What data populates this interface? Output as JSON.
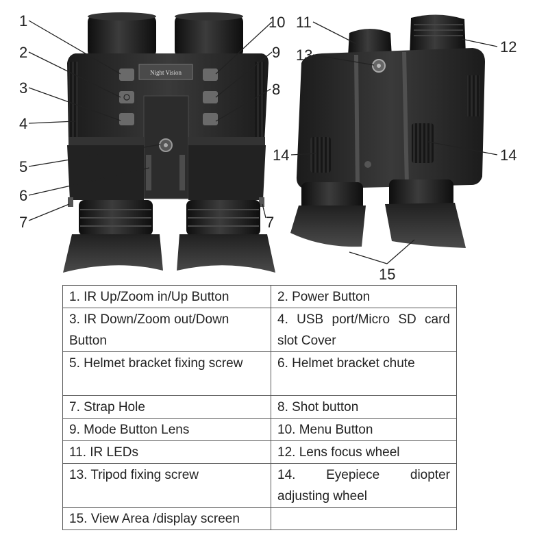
{
  "device_label": "Night Vision",
  "callouts": [
    "1",
    "2",
    "3",
    "4",
    "5",
    "6",
    "7",
    "7",
    "8",
    "9",
    "10",
    "11",
    "12",
    "13",
    "14",
    "14",
    "15"
  ],
  "legend": [
    [
      "1.  IR Up/Zoom in/Up Button",
      "2.  Power Button"
    ],
    [
      "3.  IR Down/Zoom out/Down Button",
      "4.  USB    port/Micro    SD card slot Cover"
    ],
    [
      "5.  Helmet bracket fixing screw",
      "6.  Helmet bracket chute"
    ],
    [
      "7.  Strap Hole",
      "8.  Shot button"
    ],
    [
      "9.  Mode Button Lens",
      "10.  Menu Button"
    ],
    [
      "11.  IR LEDs",
      "12.  Lens focus wheel"
    ],
    [
      "13.  Tripod fixing screw",
      "14.  Eyepiece diopter adjusting wheel"
    ],
    [
      "15.  View Area /display screen",
      ""
    ]
  ]
}
